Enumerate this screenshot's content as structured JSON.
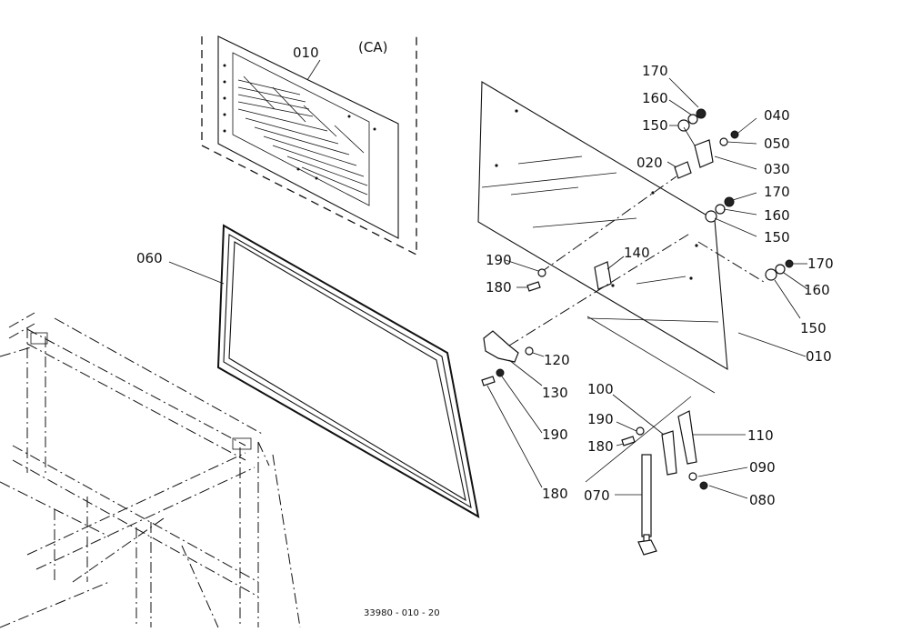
{
  "drawing_ref": "33980 - 010 - 20",
  "callouts": [
    {
      "id": "c-010-ca",
      "text": "010"
    },
    {
      "id": "c-ca",
      "text": "(CA)"
    },
    {
      "id": "c-060",
      "text": "060"
    },
    {
      "id": "c-170-a",
      "text": "170"
    },
    {
      "id": "c-160-a",
      "text": "160"
    },
    {
      "id": "c-150-a",
      "text": "150"
    },
    {
      "id": "c-040",
      "text": "040"
    },
    {
      "id": "c-050",
      "text": "050"
    },
    {
      "id": "c-030",
      "text": "030"
    },
    {
      "id": "c-020",
      "text": "020"
    },
    {
      "id": "c-170-b",
      "text": "170"
    },
    {
      "id": "c-160-b",
      "text": "160"
    },
    {
      "id": "c-150-b",
      "text": "150"
    },
    {
      "id": "c-170-c",
      "text": "170"
    },
    {
      "id": "c-160-c",
      "text": "160"
    },
    {
      "id": "c-150-c",
      "text": "150"
    },
    {
      "id": "c-140",
      "text": "140"
    },
    {
      "id": "c-190-a",
      "text": "190"
    },
    {
      "id": "c-180-a",
      "text": "180"
    },
    {
      "id": "c-010-b",
      "text": "010"
    },
    {
      "id": "c-120",
      "text": "120"
    },
    {
      "id": "c-130",
      "text": "130"
    },
    {
      "id": "c-190-b",
      "text": "190"
    },
    {
      "id": "c-180-b",
      "text": "180"
    },
    {
      "id": "c-100",
      "text": "100"
    },
    {
      "id": "c-190-c",
      "text": "190"
    },
    {
      "id": "c-180-c",
      "text": "180"
    },
    {
      "id": "c-110",
      "text": "110"
    },
    {
      "id": "c-090",
      "text": "090"
    },
    {
      "id": "c-080",
      "text": "080"
    },
    {
      "id": "c-070",
      "text": "070"
    }
  ]
}
